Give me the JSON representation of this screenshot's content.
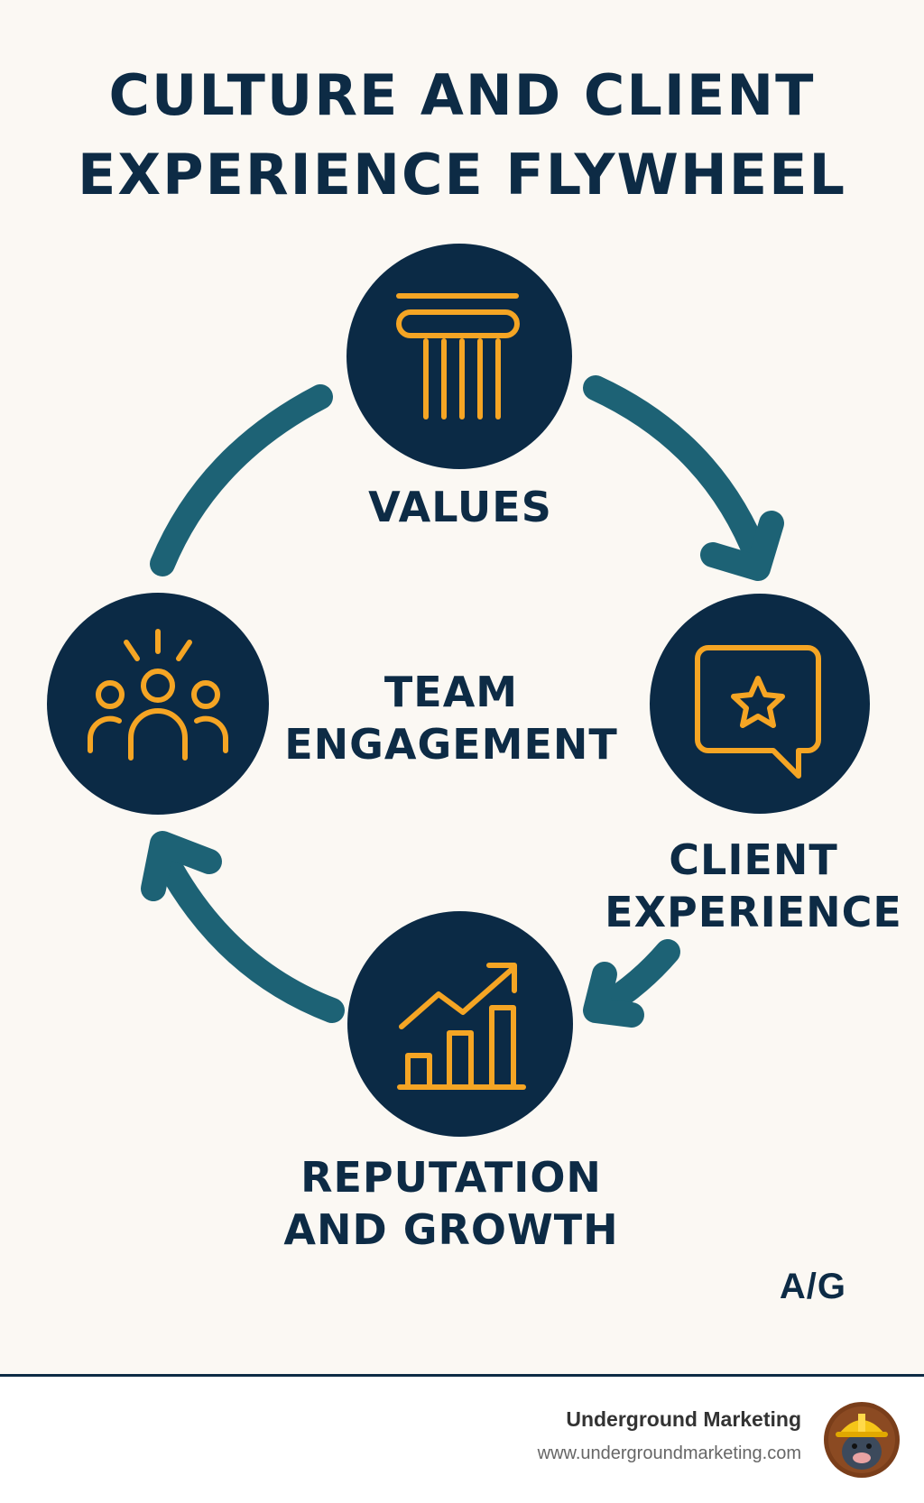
{
  "title": {
    "line1": "CULTURE AND CLIENT",
    "line2": "EXPERIENCE FLYWHEEL"
  },
  "colors": {
    "background": "#fbf8f3",
    "circle": "#0b2a45",
    "icon": "#f5a524",
    "arrow": "#1d6275",
    "text": "#0d2b45"
  },
  "nodes": {
    "values": {
      "label": "VALUES",
      "icon": "pillar-icon"
    },
    "client_experience": {
      "label1": "CLIENT",
      "label2": "EXPERIENCE",
      "icon": "star-speech-bubble-icon"
    },
    "reputation": {
      "label1": "REPUTATION",
      "label2": "AND GROWTH",
      "icon": "growth-chart-icon"
    },
    "team": {
      "label1": "TEAM",
      "label2": "ENGAGEMENT",
      "icon": "team-people-icon"
    }
  },
  "brand_mark": "A/G",
  "footer": {
    "name": "Underground Marketing",
    "url": "www.undergroundmarketing.com",
    "avatar_icon": "mole-mascot-icon"
  }
}
